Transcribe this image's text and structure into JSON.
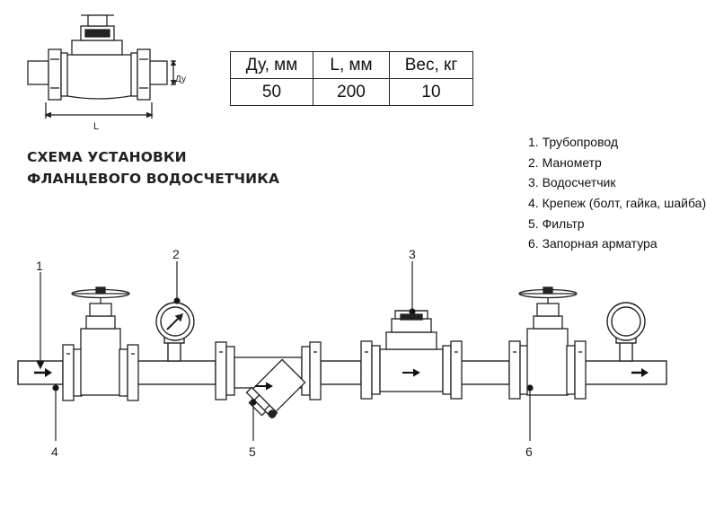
{
  "dim_labels": {
    "du": "Ду",
    "l": "L"
  },
  "spec_table": {
    "headers": [
      "Ду, мм",
      "L, мм",
      "Вес, кг"
    ],
    "values": [
      "50",
      "200",
      "10"
    ]
  },
  "title": {
    "line1": "СХЕМА УСТАНОВКИ",
    "line2": "ФЛАНЦЕВОГО ВОДОСЧЕТЧИКА"
  },
  "legend": [
    "1. Трубопровод",
    "2. Манометр",
    "3. Водосчетчик",
    "4. Крепеж (болт, гайка, шайба)",
    "5. Фильтр",
    "6. Запорная арматура"
  ],
  "callouts": [
    "1",
    "2",
    "3",
    "4",
    "5",
    "6"
  ]
}
